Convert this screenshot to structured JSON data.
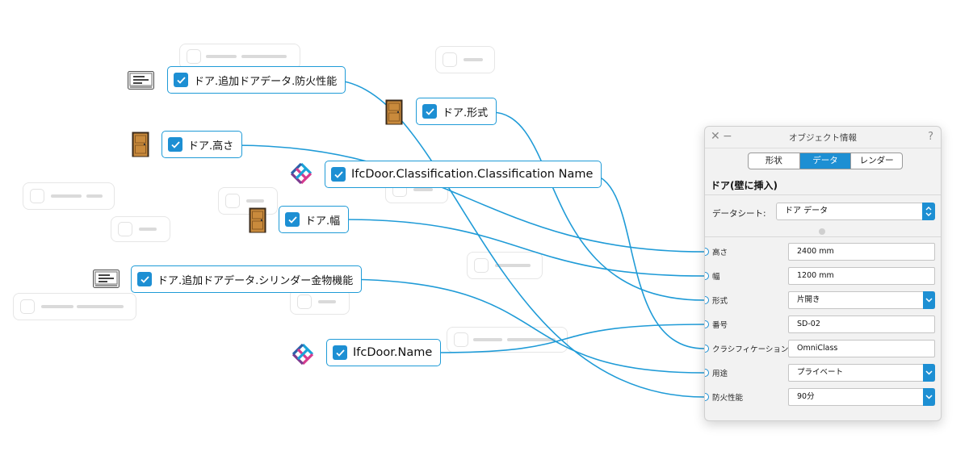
{
  "nodes": {
    "fire_rating": "ドア.追加ドアデータ.防火性能",
    "form": "ドア.形式",
    "height": "ドア.高さ",
    "classification": "IfcDoor.Classification.Classification Name",
    "width": "ドア.幅",
    "cylinder": "ドア.追加ドアデータ.シリンダー金物機能",
    "ifc_name": "IfcDoor.Name"
  },
  "panel": {
    "title": "オブジェクト情報",
    "help": "?",
    "tabs": [
      {
        "label": "形状",
        "active": false
      },
      {
        "label": "データ",
        "active": true
      },
      {
        "label": "レンダー",
        "active": false
      }
    ],
    "object_name": "ドア(壁に挿入)",
    "datasheet_label": "データシート:",
    "datasheet_value": "ドア データ",
    "rows": [
      {
        "label": "高さ",
        "value": "2400 mm",
        "dropdown": false
      },
      {
        "label": "幅",
        "value": "1200 mm",
        "dropdown": false
      },
      {
        "label": "形式",
        "value": "片開き",
        "dropdown": true
      },
      {
        "label": "番号",
        "value": "SD-02",
        "dropdown": false
      },
      {
        "label": "クラシフィケーション",
        "value": "OmniClass",
        "dropdown": false
      },
      {
        "label": "用途",
        "value": "プライベート",
        "dropdown": true
      },
      {
        "label": "防火性能",
        "value": "90分",
        "dropdown": true
      }
    ]
  },
  "colors": {
    "accent": "#1d8fd3",
    "wire": "#1f9bd7",
    "door": "#c98a3c"
  },
  "icons": [
    "label-plate-icon",
    "door-icon",
    "ifc-logo-icon"
  ]
}
